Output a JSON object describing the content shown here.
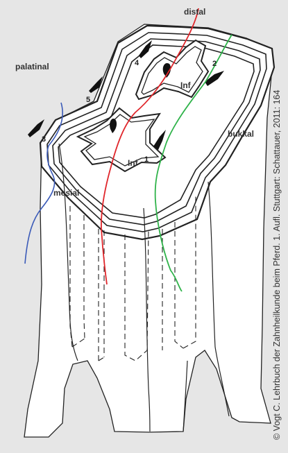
{
  "figure": {
    "labels": {
      "distal": "distal",
      "palatinal": "palatinal",
      "bukkal": "bukkal",
      "mesial": "mesial",
      "infundibulum_1": "Inf",
      "infundibulum_2": "Inf"
    },
    "pulp_horn_numbers": [
      "1",
      "2",
      "3",
      "4",
      "5"
    ],
    "credit": "© Vogt C. Lehrbuch der Zahnheilkunde beim Pferd. 1. Aufl. Stuttgart: Schattauer, 2011: 164",
    "colors": {
      "background": "#e6e6e6",
      "tooth_fill": "#ffffff",
      "outline": "#222222",
      "red_line": "#e0262b",
      "green_line": "#2fb34a",
      "blue_line": "#3a5ab8"
    }
  }
}
